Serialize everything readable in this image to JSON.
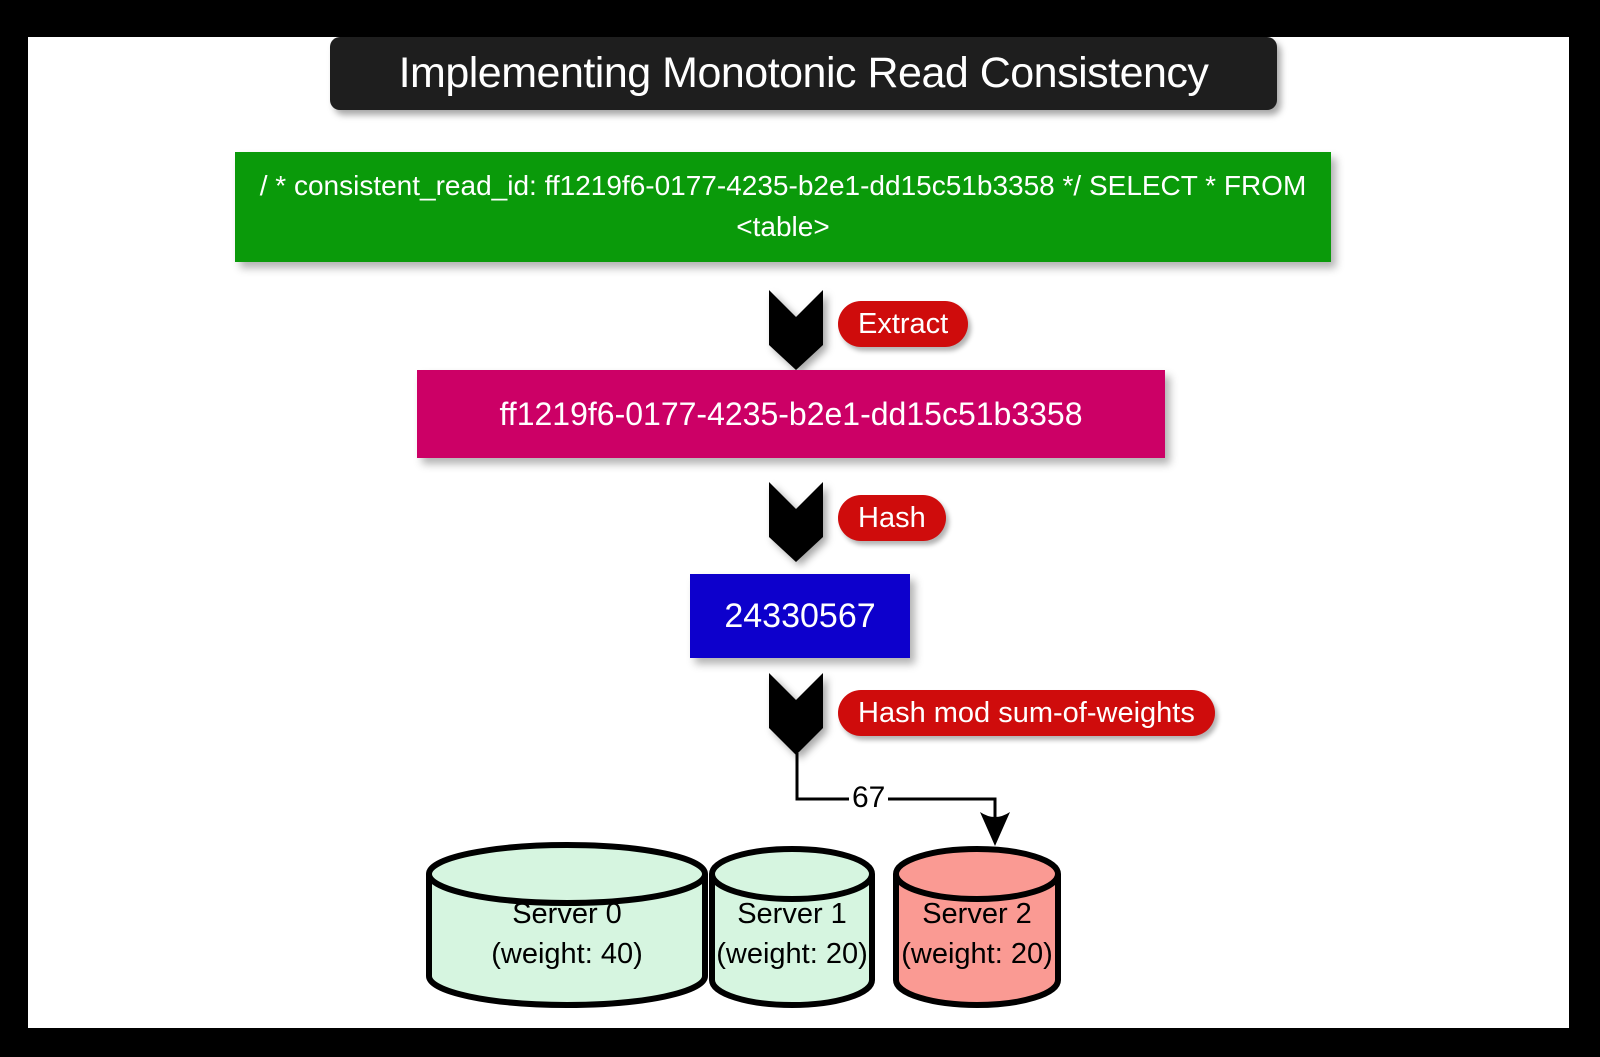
{
  "title": "Implementing Monotonic Read Consistency",
  "flow": {
    "query_text": "/ * consistent_read_id: ff1219f6-0177-4235-b2e1-dd15c51b3358 */ SELECT * FROM <table>",
    "consistent_read_id": "ff1219f6-0177-4235-b2e1-dd15c51b3358",
    "hash_value": "24330567",
    "route_value": "67",
    "steps": [
      {
        "label": "Extract"
      },
      {
        "label": "Hash"
      },
      {
        "label": "Hash mod sum-of-weights"
      }
    ]
  },
  "servers": [
    {
      "name": "Server 0",
      "weight_label": "(weight: 40)",
      "color": "#d6f5e0",
      "selected": false
    },
    {
      "name": "Server 1",
      "weight_label": "(weight: 20)",
      "color": "#d6f5e0",
      "selected": false
    },
    {
      "name": "Server 2",
      "weight_label": "(weight: 20)",
      "color": "#fa9a93",
      "selected": true
    }
  ],
  "colors": {
    "frame": "#000000",
    "sheet": "#ffffff",
    "title_bg": "#1e1e1e",
    "query_box_bg": "#0a9a0a",
    "uuid_box_bg": "#cc0066",
    "hash_box_bg": "#0d00cc",
    "step_pill_bg": "#cf0c0c",
    "text_on_dark": "#ffffff",
    "arrow": "#000000",
    "server_default": "#d6f5e0",
    "server_selected": "#fa9a93"
  }
}
